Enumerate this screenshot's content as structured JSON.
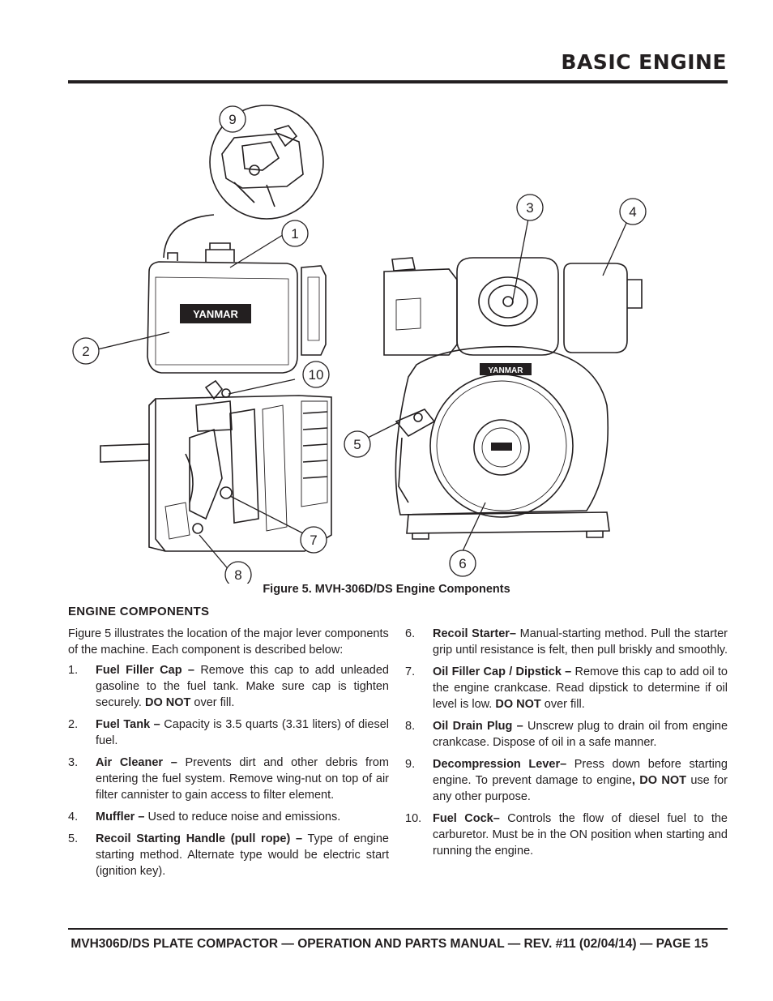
{
  "header": {
    "title": "BASIC ENGINE"
  },
  "figure": {
    "caption": "Figure 5.  MVH-306D/DS Engine Components",
    "callouts": [
      "1",
      "2",
      "3",
      "4",
      "5",
      "6",
      "7",
      "8",
      "9",
      "10"
    ],
    "brand_label": "YANMAR"
  },
  "section": {
    "heading": "ENGINE COMPONENTS"
  },
  "intro": "Figure 5 illustrates the location of the major lever components of the machine. Each component is described below:",
  "items": [
    {
      "num": "1.",
      "label": "Fuel Filler Cap –",
      "text": " Remove this cap to add unleaded gasoline to the fuel tank. Make sure cap is tighten securely. ",
      "warn": "DO NOT",
      "after": " over fill."
    },
    {
      "num": "2.",
      "label": "Fuel Tank –",
      "text": "  Capacity is 3.5 quarts (3.31 liters) of diesel fuel.",
      "warn": "",
      "after": ""
    },
    {
      "num": "3.",
      "label": "Air Cleaner –",
      "text": " Prevents dirt and other debris from entering the fuel system. Remove wing-nut on top of air filter cannister to gain access to filter element.",
      "warn": "",
      "after": ""
    },
    {
      "num": "4.",
      "label": "Muffler –",
      "text": " Used to reduce noise and emissions.",
      "warn": "",
      "after": ""
    },
    {
      "num": "5.",
      "label": "Recoil Starting Handle (pull rope) –",
      "text": " Type of engine starting method. Alternate type would be electric start (ignition key).",
      "warn": "",
      "after": ""
    },
    {
      "num": "6.",
      "label": "Recoil Starter–",
      "text": " Manual-starting method. Pull the starter grip until resistance is felt, then pull briskly and smoothly.",
      "warn": "",
      "after": ""
    },
    {
      "num": "7.",
      "label": "Oil Filler Cap / Dipstick –",
      "text": " Remove this cap to add oil to the engine crankcase. Read dipstick to determine if oil level is low. ",
      "warn": "DO NOT",
      "after": " over fill."
    },
    {
      "num": "8.",
      "label": "Oil Drain Plug –",
      "text": " Unscrew plug to drain oil from engine crankcase. Dispose of oil in a safe manner.",
      "warn": "",
      "after": ""
    },
    {
      "num": "9.",
      "label": "Decompression Lever–",
      "text": " Press down before starting engine. To prevent damage to engine",
      "warn": ", DO NOT",
      "after": " use for any other purpose."
    },
    {
      "num": "10.",
      "label": "Fuel Cock–",
      "text": " Controls the flow of diesel fuel to the carburetor. Must be in the ON position when starting and running the engine.",
      "warn": "",
      "after": ""
    }
  ],
  "footer": {
    "text": "MVH306D/DS PLATE COMPACTOR — OPERATION AND PARTS MANUAL — REV. #11 (02/04/14) — PAGE 15"
  }
}
